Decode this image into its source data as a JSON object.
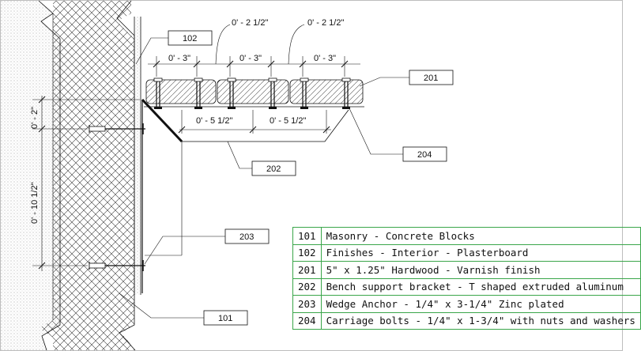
{
  "dimensions": {
    "top_left": "0' - 2 1/2\"",
    "top_right": "0' - 2 1/2\"",
    "bolt_spacing_1": "0' - 3\"",
    "bolt_spacing_2": "0' - 3\"",
    "bolt_spacing_3": "0' - 3\"",
    "bracket_left": "0' - 5 1/2\"",
    "bracket_right": "0' - 5 1/2\"",
    "vertical_small": "0' - 2\"",
    "vertical_large": "0' - 10 1/2\""
  },
  "tags": {
    "t101": "101",
    "t102": "102",
    "t201": "201",
    "t202": "202",
    "t203": "203",
    "t204": "204"
  },
  "legend": [
    {
      "code": "101",
      "description": "Masonry - Concrete Blocks"
    },
    {
      "code": "102",
      "description": "Finishes - Interior - Plasterboard"
    },
    {
      "code": "201",
      "description": "5\" x 1.25\" Hardwood - Varnish finish"
    },
    {
      "code": "202",
      "description": "Bench support bracket - T shaped extruded aluminum"
    },
    {
      "code": "203",
      "description": "Wedge Anchor - 1/4\" x 3-1/4\" Zinc plated"
    },
    {
      "code": "204",
      "description": "Carriage bolts - 1/4\" x 1-3/4\" with nuts and washers"
    }
  ],
  "colors": {
    "legend_border": "#3aa64a",
    "line": "#111111",
    "frame": "#bdbdbd"
  }
}
